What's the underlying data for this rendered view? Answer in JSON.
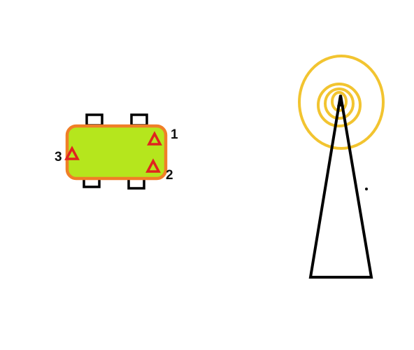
{
  "colors": {
    "background": "#ffffff",
    "vehicle_body_fill": "#b5e61d",
    "vehicle_body_outline": "#f07f27",
    "wheel_outline": "#000000",
    "triangle_marker": "#e0231f",
    "signal_ring": "#f2c430",
    "tower_outline": "#000000"
  },
  "vehicle": {
    "icon": "car-top-view-icon",
    "markers": [
      {
        "id": "1",
        "label": "1",
        "icon": "warning-triangle-icon"
      },
      {
        "id": "2",
        "label": "2",
        "icon": "warning-triangle-icon"
      },
      {
        "id": "3",
        "label": "3",
        "icon": "warning-triangle-icon"
      }
    ]
  },
  "tower": {
    "icon": "radio-tower-icon",
    "signal_icon": "signal-waves-icon",
    "signal_ring_count": 4
  }
}
